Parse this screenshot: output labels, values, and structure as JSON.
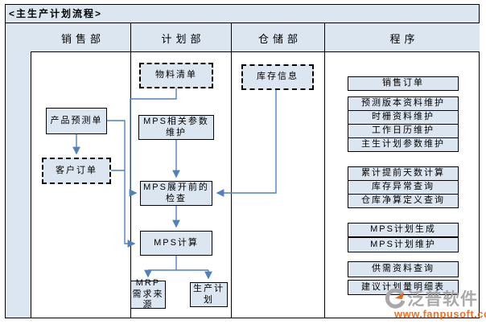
{
  "title": "<主生产计划流程>",
  "lanes": {
    "sales": "销售部",
    "planning": "计划部",
    "warehouse": "仓储部",
    "program": "程序"
  },
  "nodes": {
    "product_forecast": "产品预测单",
    "customer_order": "客户订单",
    "bom": "物料清单",
    "mps_params": "MPS相关参数维护",
    "mps_precheck": "MPS展开前的检查",
    "mps_calc": "MPS计算",
    "mrp_source": "MRP需求来源",
    "prod_plan": "生产计划",
    "inventory_info": "库存信息"
  },
  "programs": {
    "sales_order": "销售订单",
    "group_maintain": [
      "预测版本资料维护",
      "时栅资料维护",
      "工作日历维护",
      "主生计划参数维护"
    ],
    "group_query": [
      "累计提前天数计算",
      "库存异常查询",
      "仓库净算定义查询"
    ],
    "group_mps": [
      "MPS计划生成",
      "MPS计划维护"
    ],
    "supply_demand": "供需资料查询",
    "suggest_plan": "建议计划量明细表"
  },
  "watermark": {
    "brand": "泛普软件",
    "url": "www.fanpusoft.com"
  },
  "colors": {
    "box_fill": "#dce6f1",
    "arrow": "#4f81bd",
    "border": "#000000",
    "watermark_url": "#e8650f"
  }
}
